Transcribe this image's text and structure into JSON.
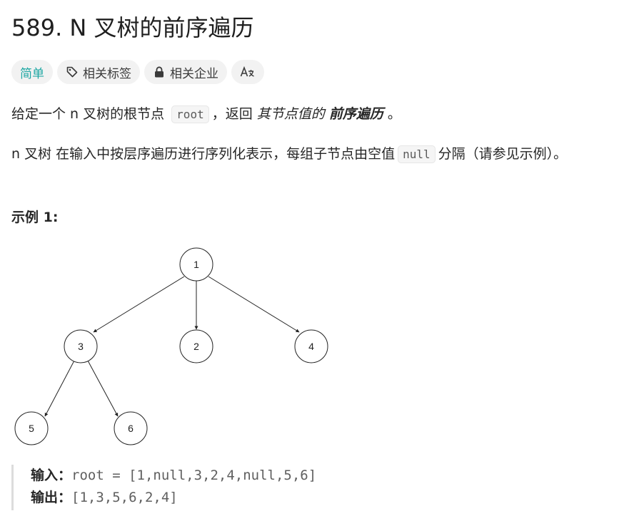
{
  "problem": {
    "number": "589.",
    "title": "N 叉树的前序遍历"
  },
  "tags": [
    {
      "label": "简单",
      "icon": "none"
    },
    {
      "label": "相关标签",
      "icon": "tag-icon"
    },
    {
      "label": "相关企业",
      "icon": "lock-icon"
    },
    {
      "label": "",
      "icon": "translate-icon"
    }
  ],
  "description": {
    "p1_a": "给定一个 n 叉树的根节点",
    "p1_code": "root",
    "p1_b": "，返回",
    "p1_c": "其节点值的",
    "p1_d": "前序遍历",
    "p1_e": "。",
    "p2_a": "n 叉树 在输入中按层序遍历进行序列化表示，每组子节点由空值",
    "p2_code": "null",
    "p2_b": "分隔（请参见示例）。"
  },
  "example": {
    "title": "示例 1:",
    "input_label": "输入：",
    "input_value": "root = [1,null,3,2,4,null,5,6]",
    "output_label": "输出：",
    "output_value": "[1,3,5,6,2,4]"
  },
  "tree": {
    "nodes": [
      "1",
      "3",
      "2",
      "4",
      "5",
      "6"
    ]
  }
}
